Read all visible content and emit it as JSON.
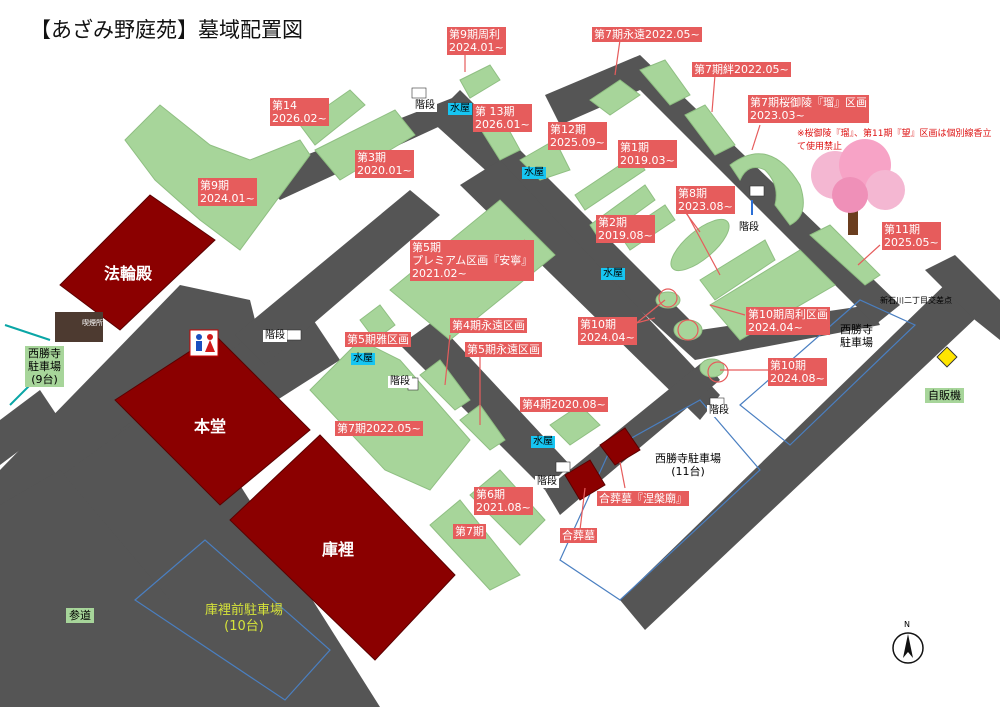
{
  "title": "【あざみ野庭苑】墓域配置図",
  "labels": {
    "p9_shuri": "第9期周利\n2024.01~",
    "p7_eien": "第7期永遠2022.05~",
    "p7_kizuna": "第7期絆2022.05~",
    "p7_ouryo": "第7期桜御陵『瑠』区画\n2023.03~",
    "p14": "第14\n2026.02~",
    "p13": "第 13期\n2026.01~",
    "p12": "第12期\n2025.09~",
    "p1": "第1期\n2019.03~",
    "p3": "第3期\n2020.01~",
    "p9": "第9期\n2024.01~",
    "p8": "第8期\n2023.08~",
    "p2": "第2期\n2019.08~",
    "p11": "第11期\n2025.05~",
    "p5_premium": "第5期\nプレミアム区画『安寧』\n2021.02~",
    "p10_shuri": "第10期周利区画\n2024.04~",
    "p10a": "第10期\n2024.04~",
    "p10b": "第10期\n2024.08~",
    "p5_miyabi": "第5期雅区画",
    "p4_eien": "第4期永遠区画",
    "p5_eien": "第5期永遠区画",
    "p4": "第4期2020.08~",
    "p7b": "第7期2022.05~",
    "p6": "第6期\n2021.08~",
    "p7c": "第7期",
    "gassobo_nehan": "合葬墓『涅槃廟』",
    "gassobo": "合葬墓"
  },
  "note": "※桜御陵『瑠』、第11期『望』区画は個別線香立て使用禁止",
  "stairs": [
    "階段",
    "階段",
    "階段",
    "階段",
    "階段",
    "階段"
  ],
  "water": [
    "水屋",
    "水屋",
    "水屋",
    "水屋",
    "水屋"
  ],
  "buildings": {
    "horinden": "法輪殿",
    "hondo": "本堂",
    "kuri": "庫裡"
  },
  "parking": {
    "saishoji_11": "西勝寺駐車場\n(11台)",
    "saishoji": "西勝寺\n駐車場",
    "saishoji_9": "西勝寺\n駐車場\n(9台)",
    "kuri_front": "庫裡前駐車場\n(10台)"
  },
  "misc": {
    "vending": "自販機",
    "intersection": "新石川二丁目交差点",
    "sando": "参道",
    "smoking_sign": "喫煙所",
    "north": "N"
  },
  "colors": {
    "road": "#555555",
    "plot": "#a7d59a",
    "plot_border": "#8fbf82",
    "building": "#8b0000",
    "tag": "#e65c5c",
    "water": "#16c5f2",
    "parking_line": "#4a7fc1",
    "teal_line": "#0aa6a6",
    "vending": "#ffe500"
  }
}
